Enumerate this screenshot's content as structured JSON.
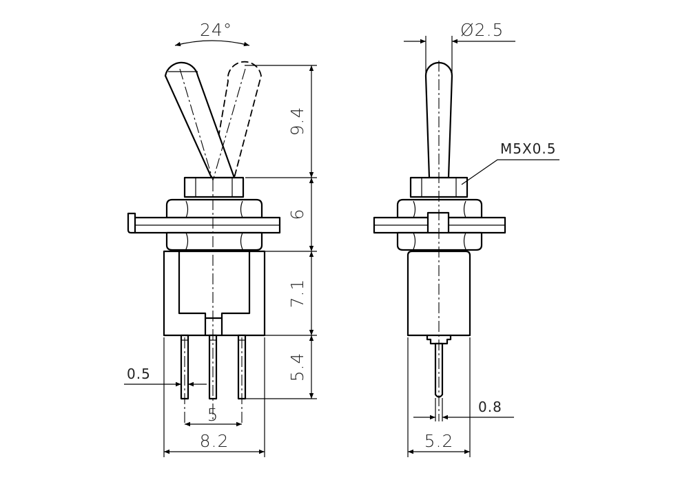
{
  "dimensions": {
    "toggle_angle": "24°",
    "lever_diameter": "Ø2.5",
    "lever_height": "9.4",
    "bushing_height": "6",
    "body_height": "7.1",
    "pin_length": "5.4",
    "pin_width": "0.5",
    "pin_pitch": "5",
    "body_width": "8.2",
    "thread": "M5X0.5",
    "pin_thickness": "0.8",
    "body_depth": "5.2"
  },
  "colors": {
    "line": "#000000",
    "background": "#ffffff"
  }
}
